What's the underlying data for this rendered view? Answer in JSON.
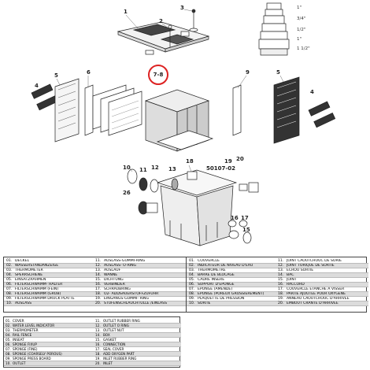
{
  "diagram": {
    "part_numbers": [
      {
        "id": "p1",
        "label": "1"
      },
      {
        "id": "p2",
        "label": "2"
      },
      {
        "id": "p3",
        "label": "3"
      },
      {
        "id": "p4l",
        "label": "4"
      },
      {
        "id": "p5l",
        "label": "5"
      },
      {
        "id": "p6",
        "label": "6"
      },
      {
        "id": "p9",
        "label": "9"
      },
      {
        "id": "p5r",
        "label": "5"
      },
      {
        "id": "p4r",
        "label": "4"
      },
      {
        "id": "p10",
        "label": "10"
      },
      {
        "id": "p11",
        "label": "11"
      },
      {
        "id": "p12",
        "label": "12"
      },
      {
        "id": "p13",
        "label": "13"
      },
      {
        "id": "p18",
        "label": "18"
      },
      {
        "id": "p19",
        "label": "19"
      },
      {
        "id": "p20",
        "label": "20"
      },
      {
        "id": "p26",
        "label": "26"
      },
      {
        "id": "p16",
        "label": "16"
      },
      {
        "id": "p17",
        "label": "17"
      },
      {
        "id": "p15",
        "label": "15"
      },
      {
        "id": "p5010702",
        "label": "50107-02"
      }
    ],
    "callout": "7-8",
    "fractions": [
      "1\"",
      "3/4\"",
      "1/2\"",
      "1\"",
      "1 1/2\""
    ]
  },
  "legend_de_fr": {
    "left": [
      {
        "num": "01.",
        "label": "DECKEL",
        "num2": "11.",
        "label2": "AUSLASS-GUMMI-RING"
      },
      {
        "num": "02.",
        "label": "WASSERSTANDANZEIGE",
        "num2": "12.",
        "label2": "AUSLASS- O-RING"
      },
      {
        "num": "03.",
        "label": "THERMOMETER",
        "num2": "13.",
        "label2": "AUSLAUF"
      },
      {
        "num": "04.",
        "label": "SPERRSCHIENE",
        "num2": "14.",
        "label2": "WANNE"
      },
      {
        "num": "05.",
        "label": "EINSATZRAHMEN",
        "num2": "15.",
        "label2": "DICHTUNG"
      },
      {
        "num": "06.",
        "label": "FILTERSCHWAMM- HALTER",
        "num2": "16.",
        "label2": "VERBINDER"
      },
      {
        "num": "07.",
        "label": "FILTERSCHWAMM (FEIN)",
        "num2": "17.",
        "label2": "SCHRAUBRING"
      },
      {
        "num": "08.",
        "label": "FILTERSCHWAMM (GROB)",
        "num2": "18.",
        "label2": "O2- ADDSAUERSTOFFZUFUHR"
      },
      {
        "num": "09.",
        "label": "FILTERSCHWAMM DRUCK PLATTE",
        "num2": "19.",
        "label2": "EINGANGS-GUMMI- RING"
      },
      {
        "num": "10.",
        "label": "AUSLASS",
        "num2": "20.",
        "label2": "STUFENSCHLAUCHTÜLLE /EINLASS"
      }
    ],
    "right": [
      {
        "num": "01.",
        "label": "COUVERCLE",
        "num2": "11.",
        "label2": "JOINT CAOUTCHOUC DE SORIE"
      },
      {
        "num": "02.",
        "label": "INDICATEUR DE NIVEAU D'EAU",
        "num2": "12.",
        "label2": "JOINT TORIQUE DE SORTIE"
      },
      {
        "num": "03.",
        "label": "THERMOMÈTRE",
        "num2": "13.",
        "label2": "ECROU SORTIE"
      },
      {
        "num": "04.",
        "label": "BARRE DE BLOCAGE",
        "num2": "14.",
        "label2": "BAC"
      },
      {
        "num": "05.",
        "label": "CADRE INSÉRÉ",
        "num2": "15.",
        "label2": "JOINT"
      },
      {
        "num": "06.",
        "label": "SUPPORT D'ÉPONGE",
        "num2": "16.",
        "label2": "RACCORD"
      },
      {
        "num": "07.",
        "label": "EPONGE (AMENDÉ)",
        "num2": "17.",
        "label2": "COUVERCLE ÉTANCHE À VISSER"
      },
      {
        "num": "08.",
        "label": "EPONGE (POREUX GROSSIÈREMENT)",
        "num2": "18.",
        "label2": "PARTIE AJOUTÉE POUR OXYGÈNE"
      },
      {
        "num": "09.",
        "label": "PLAQUETTE DE PRESSION",
        "num2": "19.",
        "label2": "ANNEAU CAOUTCHOUC D'ARRIVÉE"
      },
      {
        "num": "10.",
        "label": "SORTIE",
        "num2": "20.",
        "label2": "EMBOUT CRANTÉ D'ARRIVÉE"
      }
    ]
  },
  "legend_en": {
    "left": [
      {
        "num": "01.",
        "label": "COVER",
        "num2": "11.",
        "label2": "OUTLET RUBBER RING"
      },
      {
        "num": "02.",
        "label": "WATER LEVEL INDICATOR",
        "num2": "12.",
        "label2": "OUTLET O RING"
      },
      {
        "num": "03.",
        "label": "THERMOMETER",
        "num2": "13.",
        "label2": "OUTLET NUT"
      },
      {
        "num": "04.",
        "label": "RAIL FENCE",
        "num2": "14.",
        "label2": "BOX"
      },
      {
        "num": "05.",
        "label": "INSEAT",
        "num2": "15.",
        "label2": "GASKET"
      },
      {
        "num": "06.",
        "label": "SPONGE FIXUP",
        "num2": "16.",
        "label2": "CONNECTION"
      },
      {
        "num": "07.",
        "label": "SPONGE (FINE)",
        "num2": "17.",
        "label2": "SEAL COVER"
      },
      {
        "num": "08.",
        "label": "SPONGE (COARSELY POROUS)",
        "num2": "18.",
        "label2": "ADD OXYGEN PART"
      },
      {
        "num": "09.",
        "label": "SPONGE PRESS BOARD",
        "num2": "19.",
        "label2": "INLET RUBBER RING"
      },
      {
        "num": "10.",
        "label": "OUTLET",
        "num2": "20.",
        "label2": "INLET"
      }
    ]
  }
}
